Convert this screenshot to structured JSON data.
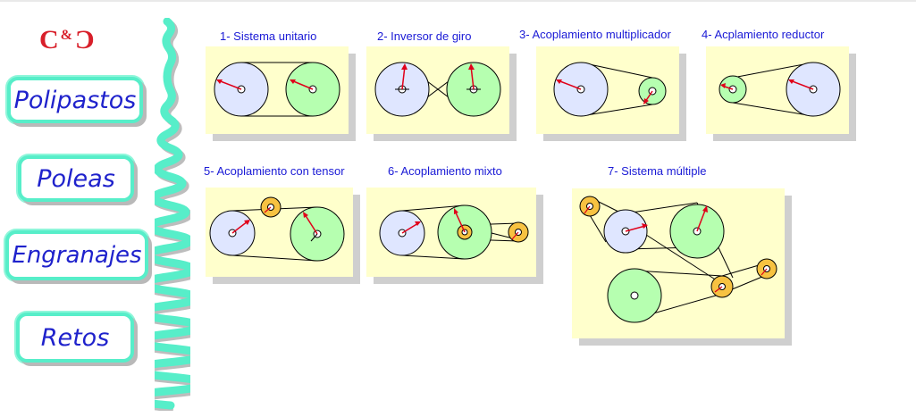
{
  "logo": {
    "left": "C",
    "amp": "&",
    "right": "C"
  },
  "nav": {
    "polipastos": "Polipastos",
    "poleas": "Poleas",
    "engranajes": "Engranajes",
    "retos": "Retos"
  },
  "cards": [
    {
      "title": "1- Sistema unitario"
    },
    {
      "title": "2- Inversor de giro"
    },
    {
      "title": "3- Acoplamiento multiplicador"
    },
    {
      "title": "4- Acplamiento reductor"
    },
    {
      "title": "5- Acoplamiento con tensor"
    },
    {
      "title": "6- Acoplamiento mixto"
    },
    {
      "title": "7- Sistema múltiple"
    }
  ],
  "colors": {
    "panel": "#ffffcc",
    "pulley_blue": "#dfe6ff",
    "pulley_green": "#b6ffb0",
    "pulley_orange": "#f7c241",
    "arrow_red": "#e0001a",
    "nav_border": "#57eec9",
    "nav_text": "#1f22cc",
    "title_text": "#1a1ad6"
  }
}
